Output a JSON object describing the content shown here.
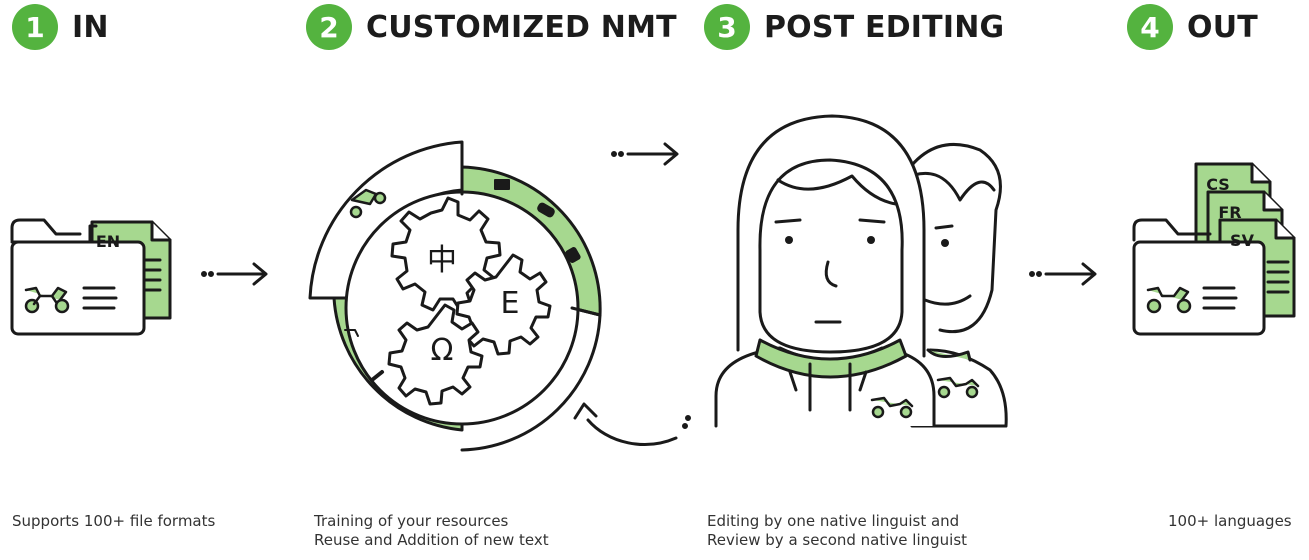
{
  "steps": [
    {
      "number": "1",
      "title": "IN"
    },
    {
      "number": "2",
      "title": "CUSTOMIZED NMT"
    },
    {
      "number": "3",
      "title": "POST EDITING"
    },
    {
      "number": "4",
      "title": "OUT"
    }
  ],
  "input_file": {
    "language_code": "EN"
  },
  "nmt_gears": {
    "gear_1": "中",
    "gear_2": "E",
    "gear_3": "Ω"
  },
  "output_files": {
    "codes": [
      "CS",
      "FR",
      "SV"
    ]
  },
  "descriptions": {
    "in": [
      "Supports 100+ file formats"
    ],
    "nmt": [
      "Training of your resources",
      "Reuse and Addition of new text"
    ],
    "post_editing": [
      "Editing by one native linguist and",
      "Review by a second native linguist"
    ],
    "out": [
      "100+ languages"
    ]
  },
  "colors": {
    "accent": "#54b33f",
    "accent_light": "#a6d88f",
    "stroke": "#1a1a1a"
  }
}
